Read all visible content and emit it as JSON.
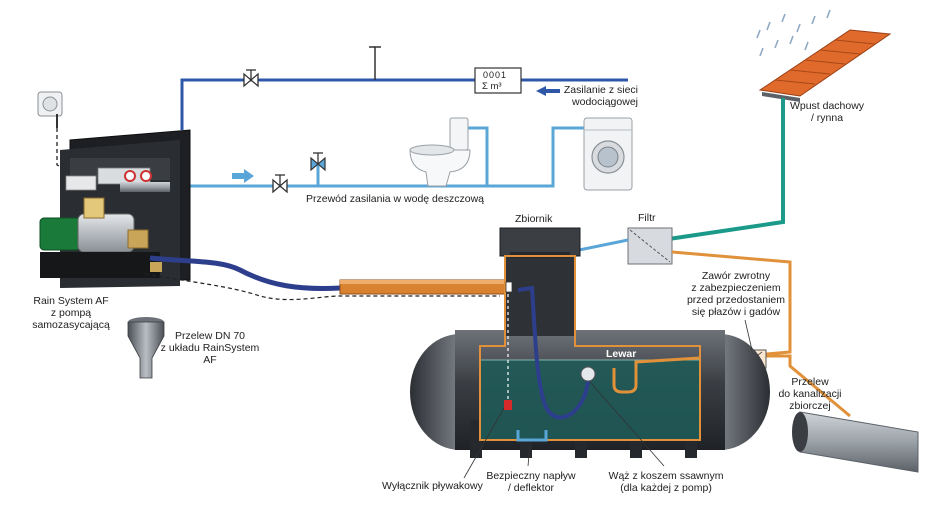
{
  "meter": {
    "line1": "0001",
    "line2": "Σ m³"
  },
  "labels": {
    "supply_main": [
      "Zasilanie z sieci",
      "wodociągowej"
    ],
    "roof": [
      "Wpust dachowy",
      "/ rynna"
    ],
    "rain_pipe": "Przewód zasilania w wodę deszczową",
    "rain_system": [
      "Rain System AF",
      "z pompą",
      "samozasycającą"
    ],
    "overflow_dn70": [
      "Przelew DN 70",
      "z układu RainSystem",
      "AF"
    ],
    "tank": "Zbiornik",
    "filter": "Filtr",
    "check_valve": [
      "Zawór zwrotny",
      "z zabezpieczeniem",
      "przed przedostaniem",
      "się płazów i gadów"
    ],
    "siphon": "Lewar",
    "sewer_overflow": [
      "Przelew",
      "do kanalizacji",
      "zbiorczej"
    ],
    "float_switch": "Wyłącznik pływakowy",
    "inflow": [
      "Bezpieczny napływ",
      "/ deflektor"
    ],
    "suction_hose": [
      "Wąż z koszem ssawnym",
      "(dla każdej z pomp)"
    ]
  },
  "colors": {
    "mains_pipe": "#2f57a8",
    "rain_pipe": "#5aa6d8",
    "roof_pipe": "#1b9a8a",
    "overflow_pipe": "#e0913a",
    "tank_body": "#3b3f44",
    "water": "#1f5a58",
    "roof_tiles": "#e06a2c"
  }
}
